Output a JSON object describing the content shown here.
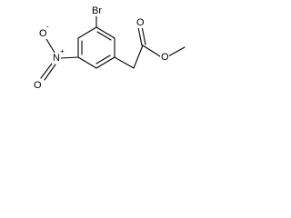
{
  "molecule": {
    "atoms": {
      "br": "Br",
      "nitrogen": "N",
      "nitrogen_charge": "+",
      "oxygen_nitro_top": "O",
      "oxygen_nitro_top_charge": "-",
      "oxygen_nitro_bottom": "O",
      "oxygen_carbonyl": "O",
      "oxygen_ester": "O"
    }
  }
}
